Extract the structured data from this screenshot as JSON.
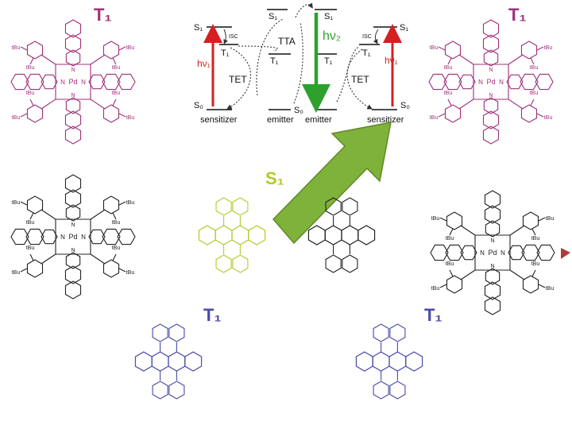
{
  "colors": {
    "magenta": "#a0307a",
    "black": "#222222",
    "yellow": "#b5c92a",
    "blue": "#4a4aaa",
    "red_arrow": "#d42020",
    "green_arrow": "#2ea02e",
    "big_arrow": "#7fb23a",
    "big_arrow_edge": "#5d8a27",
    "side_marker": "#b03a3a"
  },
  "molecules": {
    "pd_top_left": {
      "title": "T₁",
      "metal": "Pd",
      "n": "N",
      "tbu": "tBu"
    },
    "pd_top_right": {
      "title": "T₁",
      "metal": "Pd",
      "n": "N",
      "tbu": "tBu"
    },
    "pd_middle_left": {
      "metal": "Pd",
      "n": "N",
      "tbu": "tBu"
    },
    "pd_middle_right": {
      "metal": "Pd",
      "n": "N",
      "tbu": "tBu"
    },
    "rubrene_singlet": {
      "title": "S₁"
    },
    "rubrene_triplet_left": {
      "title": "T₁"
    },
    "rubrene_triplet_right": {
      "title": "T₁"
    }
  },
  "energy_diagram": {
    "left_sensitizer": {
      "s1": "S₁",
      "t1": "T₁",
      "s0": "S₀",
      "isc": "ISC",
      "absorb": "hν₁",
      "name": "sensitizer"
    },
    "left_emitter": {
      "t1": "T₁",
      "s0": "S₀",
      "name": "emitter"
    },
    "right_emitter": {
      "s1": "S₁",
      "t1": "T₁",
      "emit": "hν₂",
      "name": "emitter"
    },
    "top_emitter_s1": "S₁",
    "right_sensitizer": {
      "s1": "S₁",
      "t1": "T₁",
      "s0": "S₀",
      "isc": "ISC",
      "absorb": "hν₁",
      "name": "sensitizer"
    },
    "tet_left": "TET",
    "tta": "TTA",
    "tet_right": "TET"
  }
}
